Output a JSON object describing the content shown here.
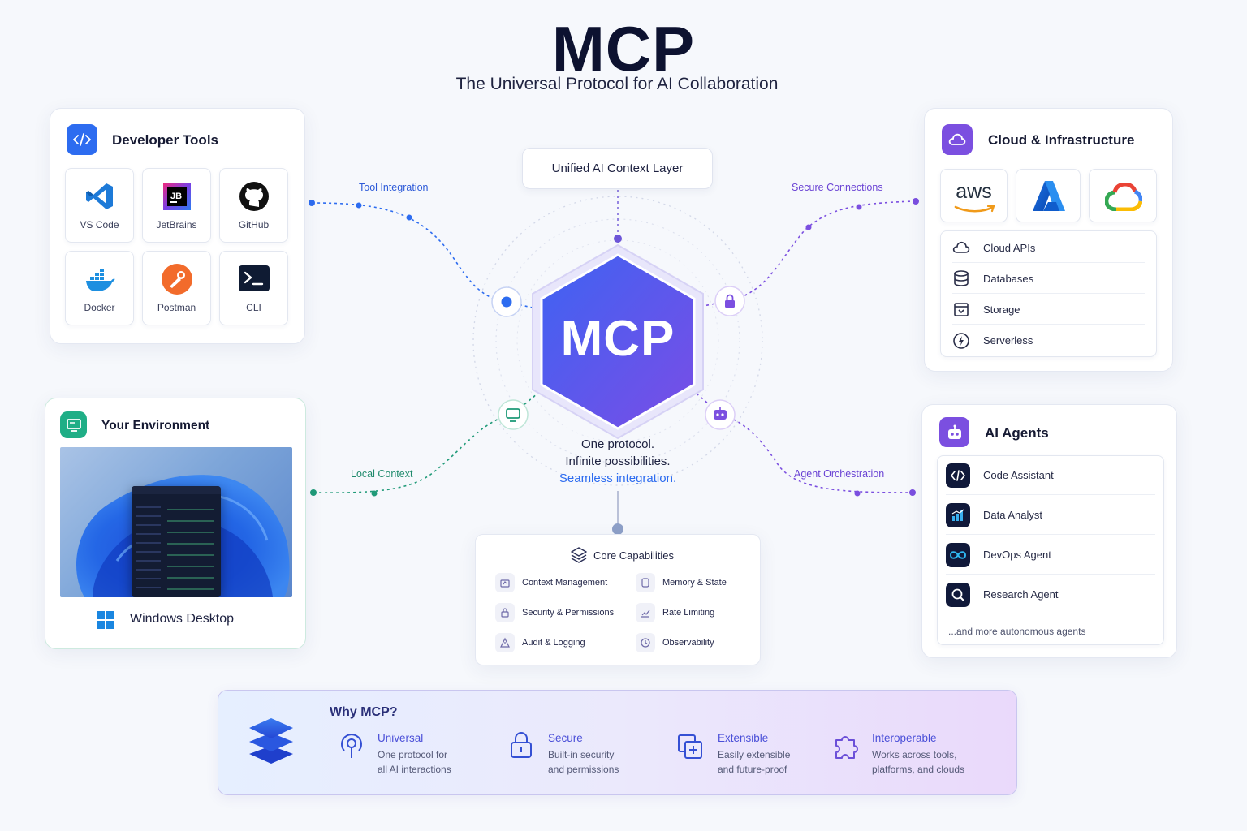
{
  "header": {
    "title": "MCP",
    "subtitle": "The Universal Protocol for AI Collaboration"
  },
  "colors": {
    "blue": "#2d6cf0",
    "purple": "#7b4fe0",
    "green": "#1f9a78",
    "hexagon_start": "#3e63f2",
    "hexagon_end": "#7a4de6"
  },
  "developer_tools": {
    "title": "Developer Tools",
    "icon": "code-icon",
    "tools": [
      {
        "label": "VS Code",
        "icon": "vscode-icon"
      },
      {
        "label": "JetBrains",
        "icon": "jetbrains-icon"
      },
      {
        "label": "GitHub",
        "icon": "github-icon"
      },
      {
        "label": "Docker",
        "icon": "docker-icon"
      },
      {
        "label": "Postman",
        "icon": "postman-icon"
      },
      {
        "label": "CLI",
        "icon": "terminal-icon"
      }
    ]
  },
  "environment": {
    "title": "Your Environment",
    "icon": "monitor-icon",
    "caption": "Windows Desktop",
    "caption_icon": "windows-logo-icon"
  },
  "cloud": {
    "title": "Cloud & Infrastructure",
    "icon": "cloud-icon",
    "providers": [
      {
        "label": "aws",
        "icon": "aws-logo"
      },
      {
        "label": "",
        "icon": "azure-logo"
      },
      {
        "label": "",
        "icon": "google-cloud-logo"
      }
    ],
    "items": [
      {
        "label": "Cloud APIs",
        "icon": "cloud-icon"
      },
      {
        "label": "Databases",
        "icon": "database-icon"
      },
      {
        "label": "Storage",
        "icon": "storage-box-icon"
      },
      {
        "label": "Serverless",
        "icon": "lightning-icon"
      }
    ]
  },
  "agents": {
    "title": "AI Agents",
    "icon": "robot-icon",
    "items": [
      {
        "label": "Code Assistant",
        "icon": "code-icon"
      },
      {
        "label": "Data Analyst",
        "icon": "bar-chart-icon"
      },
      {
        "label": "DevOps Agent",
        "icon": "infinity-icon"
      },
      {
        "label": "Research Agent",
        "icon": "magnifier-icon"
      }
    ],
    "more": "...and more autonomous agents"
  },
  "center": {
    "context_layer": "Unified AI Context Layer",
    "hexagon_label": "MCP",
    "tagline_1": "One protocol.",
    "tagline_2": "Infinite possibilities.",
    "tagline_3": "Seamless integration."
  },
  "connections": {
    "tool_integration": "Tool Integration",
    "secure_connections": "Secure Connections",
    "local_context": "Local Context",
    "agent_orchestration": "Agent Orchestration"
  },
  "capabilities": {
    "title": "Core Capabilities",
    "icon": "layers-icon",
    "items": [
      {
        "label": "Context Management",
        "icon": "context-icon"
      },
      {
        "label": "Memory & State",
        "icon": "memory-icon"
      },
      {
        "label": "Security & Permissions",
        "icon": "lock-icon"
      },
      {
        "label": "Rate Limiting",
        "icon": "rate-chart-icon"
      },
      {
        "label": "Audit & Logging",
        "icon": "audit-icon"
      },
      {
        "label": "Observability",
        "icon": "clock-icon"
      }
    ]
  },
  "why": {
    "title": "Why MCP?",
    "icon": "stack-layers-icon",
    "items": [
      {
        "title": "Universal",
        "desc_1": "One protocol for",
        "desc_2": "all AI interactions",
        "icon": "antenna-icon"
      },
      {
        "title": "Secure",
        "desc_1": "Built-in security",
        "desc_2": "and permissions",
        "icon": "padlock-icon"
      },
      {
        "title": "Extensible",
        "desc_1": "Easily extensible",
        "desc_2": "and future-proof",
        "icon": "extend-icon"
      },
      {
        "title": "Interoperable",
        "desc_1": "Works across tools,",
        "desc_2": "platforms, and clouds",
        "icon": "puzzle-icon"
      }
    ]
  }
}
